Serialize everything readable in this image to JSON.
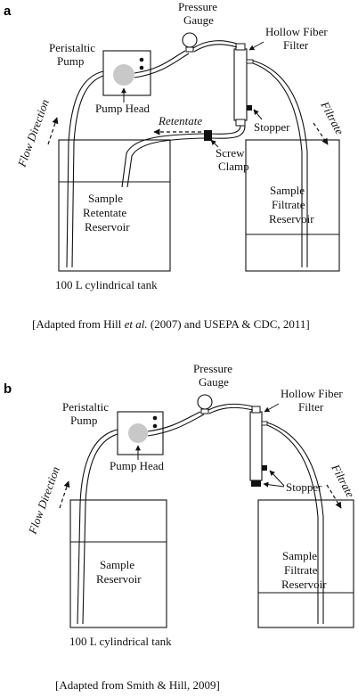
{
  "panel_a": {
    "letter": "a",
    "pressure_gauge_line1": "Pressure",
    "pressure_gauge_line2": "Gauge",
    "hollow_fiber_line1": "Hollow Fiber",
    "hollow_fiber_line2": "Filter",
    "peristaltic_line1": "Peristaltic",
    "peristaltic_line2": "Pump",
    "pump_head": "Pump Head",
    "retentate": "Retentate",
    "filtrate": "Filtrate",
    "flow_direction": "Flow Direction",
    "stopper": "Stopper",
    "screw_clamp_line1": "Screw",
    "screw_clamp_line2": "Clamp",
    "left_tank_line1": "Sample",
    "left_tank_line2": "Retentate",
    "left_tank_line3": "Reservoir",
    "right_tank_line1": "Sample",
    "right_tank_line2": "Filtrate",
    "right_tank_line3": "Reservoir",
    "tank_caption": "100 L cylindrical tank",
    "citation_pre": "[Adapted from Hill ",
    "citation_etal": "et al.",
    "citation_post": " (2007) and USEPA & CDC, 2011]"
  },
  "panel_b": {
    "letter": "b",
    "pressure_gauge_line1": "Pressure",
    "pressure_gauge_line2": "Gauge",
    "hollow_fiber_line1": "Hollow Fiber",
    "hollow_fiber_line2": "Filter",
    "peristaltic_line1": "Peristaltic",
    "peristaltic_line2": "Pump",
    "pump_head": "Pump Head",
    "filtrate": "Filtrate",
    "flow_direction": "Flow Direction",
    "stopper": "Stopper",
    "left_tank_line1": "Sample",
    "left_tank_line2": "Reservoir",
    "right_tank_line1": "Sample",
    "right_tank_line2": "Filtrate",
    "right_tank_line3": "Reservoir",
    "tank_caption": "100 L cylindrical tank",
    "citation": "[Adapted from Smith & Hill, 2009]"
  }
}
